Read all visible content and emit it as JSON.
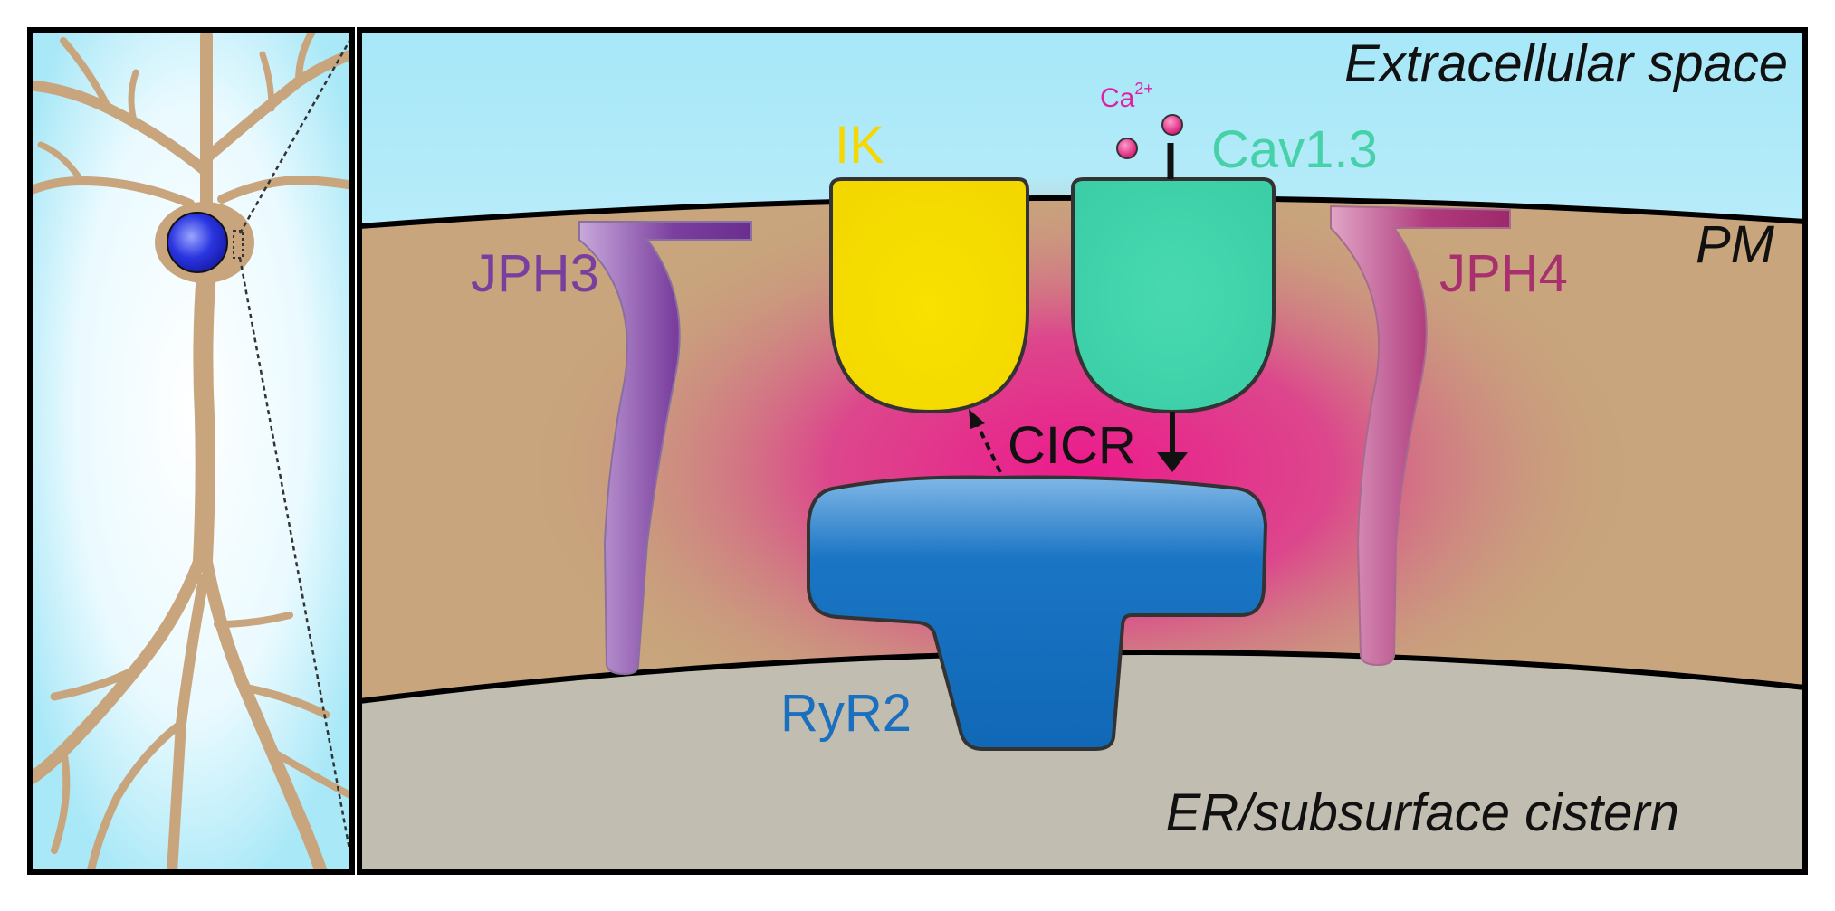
{
  "labels": {
    "extracellular": "Extracellular space",
    "pm": "PM",
    "er": "ER/subsurface cistern",
    "ik": "IK",
    "cav": "Cav1.3",
    "ca": "Ca",
    "ca_sup": "2+",
    "jph3": "JPH3",
    "jph4": "JPH4",
    "cicr": "CICR",
    "ryr2": "RyR2"
  },
  "colors": {
    "extracellular": "#bfeefa",
    "cytosol": "#c8a57c",
    "er": "#c1bdb0",
    "hotspot": "#e8268e",
    "ik": "#f5de00",
    "cav": "#3fd3ab",
    "ryr2": "#1572c2",
    "jph3": "#7a3f9e",
    "jph4": "#b03a7c",
    "calcium": "#e0287f",
    "neuron": "#c8a57c",
    "nucleus": "#2a2fd6"
  },
  "icons": {
    "neuron": "neuron-icon",
    "calcium": "calcium-ion-icon"
  }
}
